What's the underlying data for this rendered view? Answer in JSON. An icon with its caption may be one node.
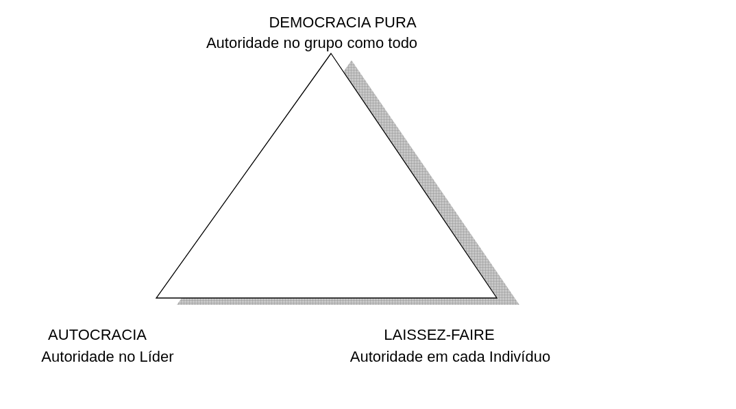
{
  "diagram": {
    "nodes": [
      {
        "text": [],
        "shape": "triangle"
      }
    ],
    "edges": [],
    "labels": [
      "DEMOCRACIA PURA",
      "Autoridade no grupo como todo",
      "AUTOCRACIA",
      "Autoridade no Líder",
      "LAISSEZ-FAIRE",
      "Autoridade em cada Indivíduo"
    ]
  }
}
